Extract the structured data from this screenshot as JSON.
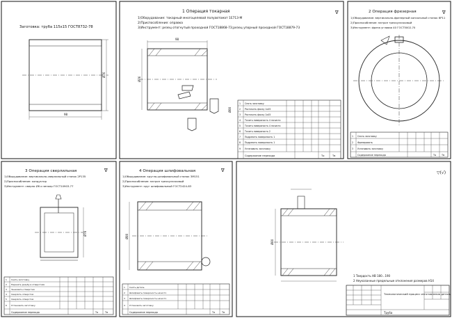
{
  "sheets": [
    {
      "id": "blank",
      "title": "Заготовка: труба 115х15 ГОСТ8732-78",
      "lines": [],
      "dims": {
        "diameter": "Ø76",
        "length": "98"
      },
      "table": null
    },
    {
      "id": "op1",
      "title": "1 Операция токарная",
      "lines": [
        "1)Оборудование: токарный многоцелевой полуавтомат 1Е713-М",
        "2)Приспособление: оправка",
        "3)Инструмент: резец отогнутый проходной ГОСТ18868-73;резец упорный проходной ГОСТ18879-73"
      ],
      "dims": {
        "diameter": "Ø76",
        "length": "98",
        "side": "Ø80"
      },
      "table": {
        "rows": [
          {
            "n": "1",
            "text": "Снять заготовку"
          },
          {
            "n": "2",
            "text": "Расточить фаску 1х45"
          },
          {
            "n": "3",
            "text": "Расточить фаску 1х45"
          },
          {
            "n": "4",
            "text": "Точить поверхность 4 начисто"
          },
          {
            "n": "5",
            "text": "Точить поверхность 4 начисто"
          },
          {
            "n": "6",
            "text": "Точить поверхность 2"
          },
          {
            "n": "7",
            "text": "Подрезать поверхность 1"
          },
          {
            "n": "8",
            "text": "Подрезать поверхность 1"
          },
          {
            "n": "9",
            "text": "Установить заготовку"
          }
        ],
        "footer": [
          "Содержание перехода",
          "Тo",
          "Тв"
        ]
      }
    },
    {
      "id": "op2",
      "title": "2 Операция фрезерная",
      "lines": [
        "1)Оборудование: вертикально-фрезерный консольный станок 6Р11",
        "2)Приспособление: патрон трехкулачковый",
        "3)Инструмент: фреза угловая 40 ГОСТ5002-70"
      ],
      "dims": {},
      "table": {
        "rows": [
          {
            "n": "1",
            "text": "Снять заготовку"
          },
          {
            "n": "2",
            "text": "Фрезеровать"
          },
          {
            "n": "3",
            "text": "Установить заготовку"
          }
        ],
        "footer": [
          "Содержание перехода",
          "Тo",
          "Тв"
        ]
      }
    },
    {
      "id": "op3",
      "title": "3 Операция сверлильная",
      "lines": [
        "1)Оборудование: вертикально-сверлильный станок 2Р135",
        "2)Приспособление: кондуктор",
        "3)Инструмент: сверло Ø6 и зенкер ГОСТ10903-77"
      ],
      "dims": {
        "diameter": "Ø76"
      },
      "table": {
        "rows": [
          {
            "n": "1",
            "text": "Снять заготовку"
          },
          {
            "n": "2",
            "text": "Нарезать резьбу в отверстиях"
          },
          {
            "n": "3",
            "text": "Зенковать отверстия"
          },
          {
            "n": "4",
            "text": "Сверлить отверстия"
          },
          {
            "n": "5",
            "text": "Сверлить отверстия"
          },
          {
            "n": "6",
            "text": "Установить заготовку"
          }
        ],
        "footer": [
          "Содержание перехода",
          "Тo",
          "Тв"
        ]
      }
    },
    {
      "id": "op4",
      "title": "4 Операция шлифовальная",
      "lines": [
        "1)Оборудование: кругло-шлифовальный станок 3М151",
        "2)Приспособление: патрон трехкулачковый",
        "3)Инструмент: круг шлифовальный ГОСТ2424-83"
      ],
      "dims": {
        "diameter": "Ø80"
      },
      "table": {
        "rows": [
          {
            "n": "1",
            "text": "Снять деталь"
          },
          {
            "n": "2",
            "text": "Шлифовать поверхность начисто"
          },
          {
            "n": "3",
            "text": "Шлифовать поверхность начисто"
          },
          {
            "n": "4",
            "text": "Установить заготовку"
          }
        ],
        "footer": [
          "Содержание перехода",
          "Тo",
          "Тв"
        ]
      }
    },
    {
      "id": "final",
      "title": "",
      "lines": [],
      "dims": {
        "diameter": "Ø80"
      },
      "notes": [
        "1  Твердость HB 180...190",
        "2  Неуказанные предельные отклонения размеров H14"
      ],
      "stamp": {
        "name": "Технологический процесс изготовления детали",
        "material": "Труба"
      },
      "table": null
    }
  ],
  "roughness_mark": "▽(√)"
}
